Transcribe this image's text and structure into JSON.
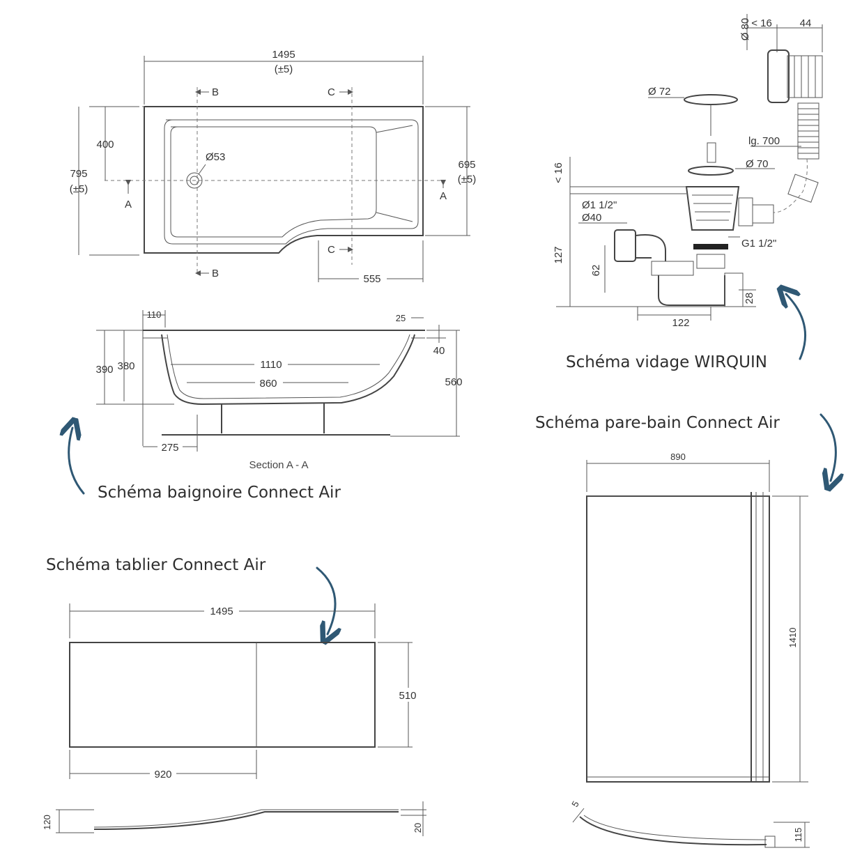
{
  "captions": {
    "bathtub": "Schéma baignoire Connect Air",
    "drain": "Schéma vidage WIRQUIN",
    "screen": "Schéma pare-bain Connect Air",
    "panel": "Schéma tablier Connect Air"
  },
  "bathtub_plan": {
    "width": "1495",
    "width_tol": "(±5)",
    "depth": "795",
    "depth_tol": "(±5)",
    "depth_right": "695",
    "depth_right_tol": "(±5)",
    "offset_400": "400",
    "drain_dia": "Ø53",
    "narrow_len": "555",
    "marker_a": "A",
    "marker_b": "B",
    "marker_c": "C"
  },
  "bathtub_section": {
    "d110": "110",
    "d25": "25",
    "d40": "40",
    "h390": "390",
    "h380": "380",
    "w1110": "1110",
    "w860": "860",
    "h560": "560",
    "d275": "275",
    "title": "Section A - A"
  },
  "drain": {
    "d80": "Ø 80",
    "lt16_top": "< 16",
    "w44": "44",
    "d72": "Ø 72",
    "lg700": "lg. 700",
    "d70": "Ø 70",
    "lt16_side": "< 16",
    "d1_1_2": "Ø1 1/2\"",
    "d40": "Ø40",
    "g1_1_2": "G1 1/2\"",
    "h127": "127",
    "h62": "62",
    "h28": "28",
    "w122": "122"
  },
  "screen": {
    "w890": "890",
    "h1410": "1410",
    "t5": "5",
    "d115": "115"
  },
  "panel": {
    "w1495": "1495",
    "h510": "510",
    "w920": "920",
    "h120": "120",
    "t20": "20"
  }
}
